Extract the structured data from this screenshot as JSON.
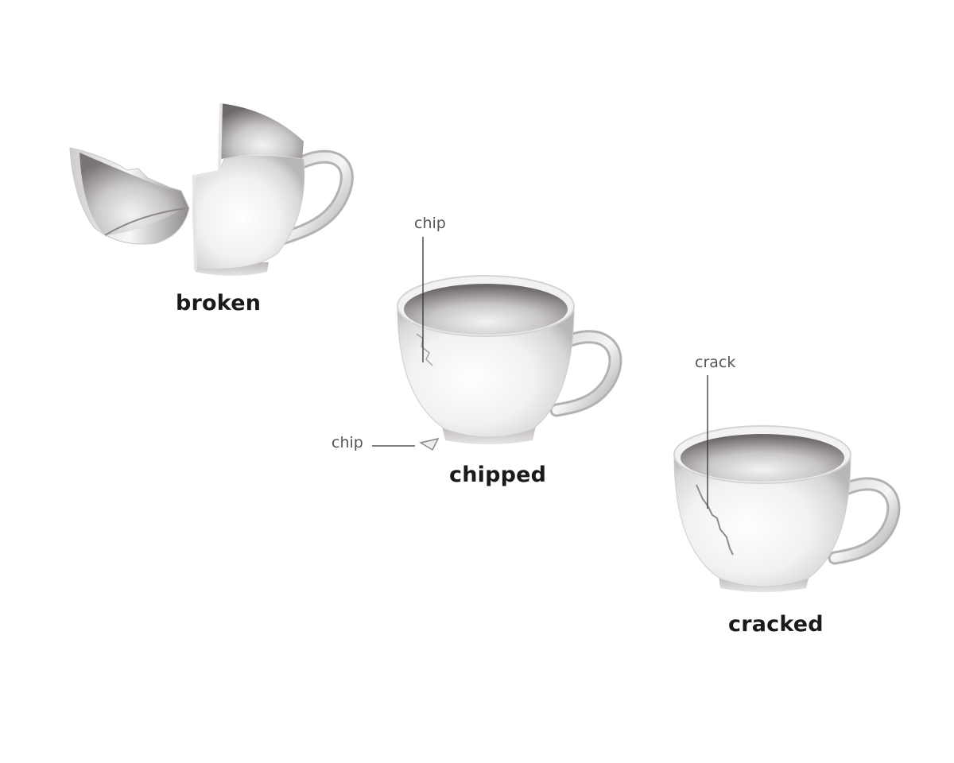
{
  "captions": {
    "broken": "broken",
    "chipped": "chipped",
    "cracked": "cracked"
  },
  "annotations": {
    "chip_on_rim": "chip",
    "chip_piece": "chip",
    "crack": "crack"
  }
}
